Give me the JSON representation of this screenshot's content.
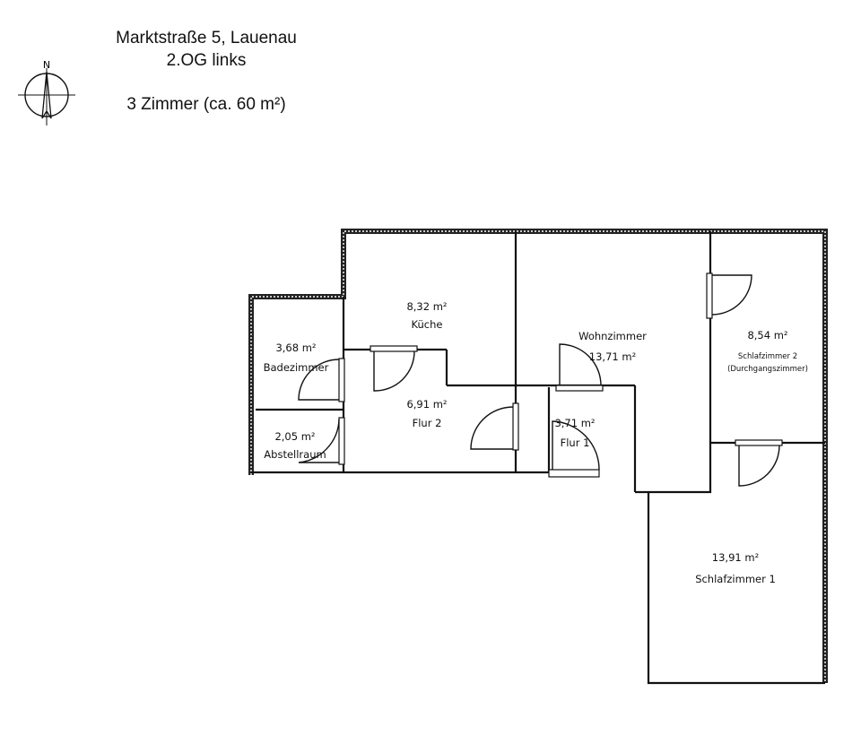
{
  "header": {
    "address": "Marktstraße 5, Lauenau",
    "floor": "2.OG links",
    "size": "3 Zimmer (ca. 60 m²)"
  },
  "compass": {
    "north_label": "N",
    "icon": "compass-north-icon"
  },
  "rooms": {
    "kueche": {
      "area": "8,32 m²",
      "name": "Küche"
    },
    "wohnzimmer": {
      "area": "13,71 m²",
      "name": "Wohnzimmer"
    },
    "schlafzimmer2": {
      "area": "8,54 m²",
      "name": "Schlafzimmer 2",
      "note": "(Durchgangszimmer)"
    },
    "badezimmer": {
      "area": "3,68 m²",
      "name": "Badezimmer"
    },
    "abstellraum": {
      "area": "2,05 m²",
      "name": "Abstellraum"
    },
    "flur2": {
      "area": "6,91 m²",
      "name": "Flur 2"
    },
    "flur1": {
      "area": "3,71 m²",
      "name": "Flur 1"
    },
    "schlafzimmer1": {
      "area": "13,91 m²",
      "name": "Schlafzimmer 1"
    }
  }
}
